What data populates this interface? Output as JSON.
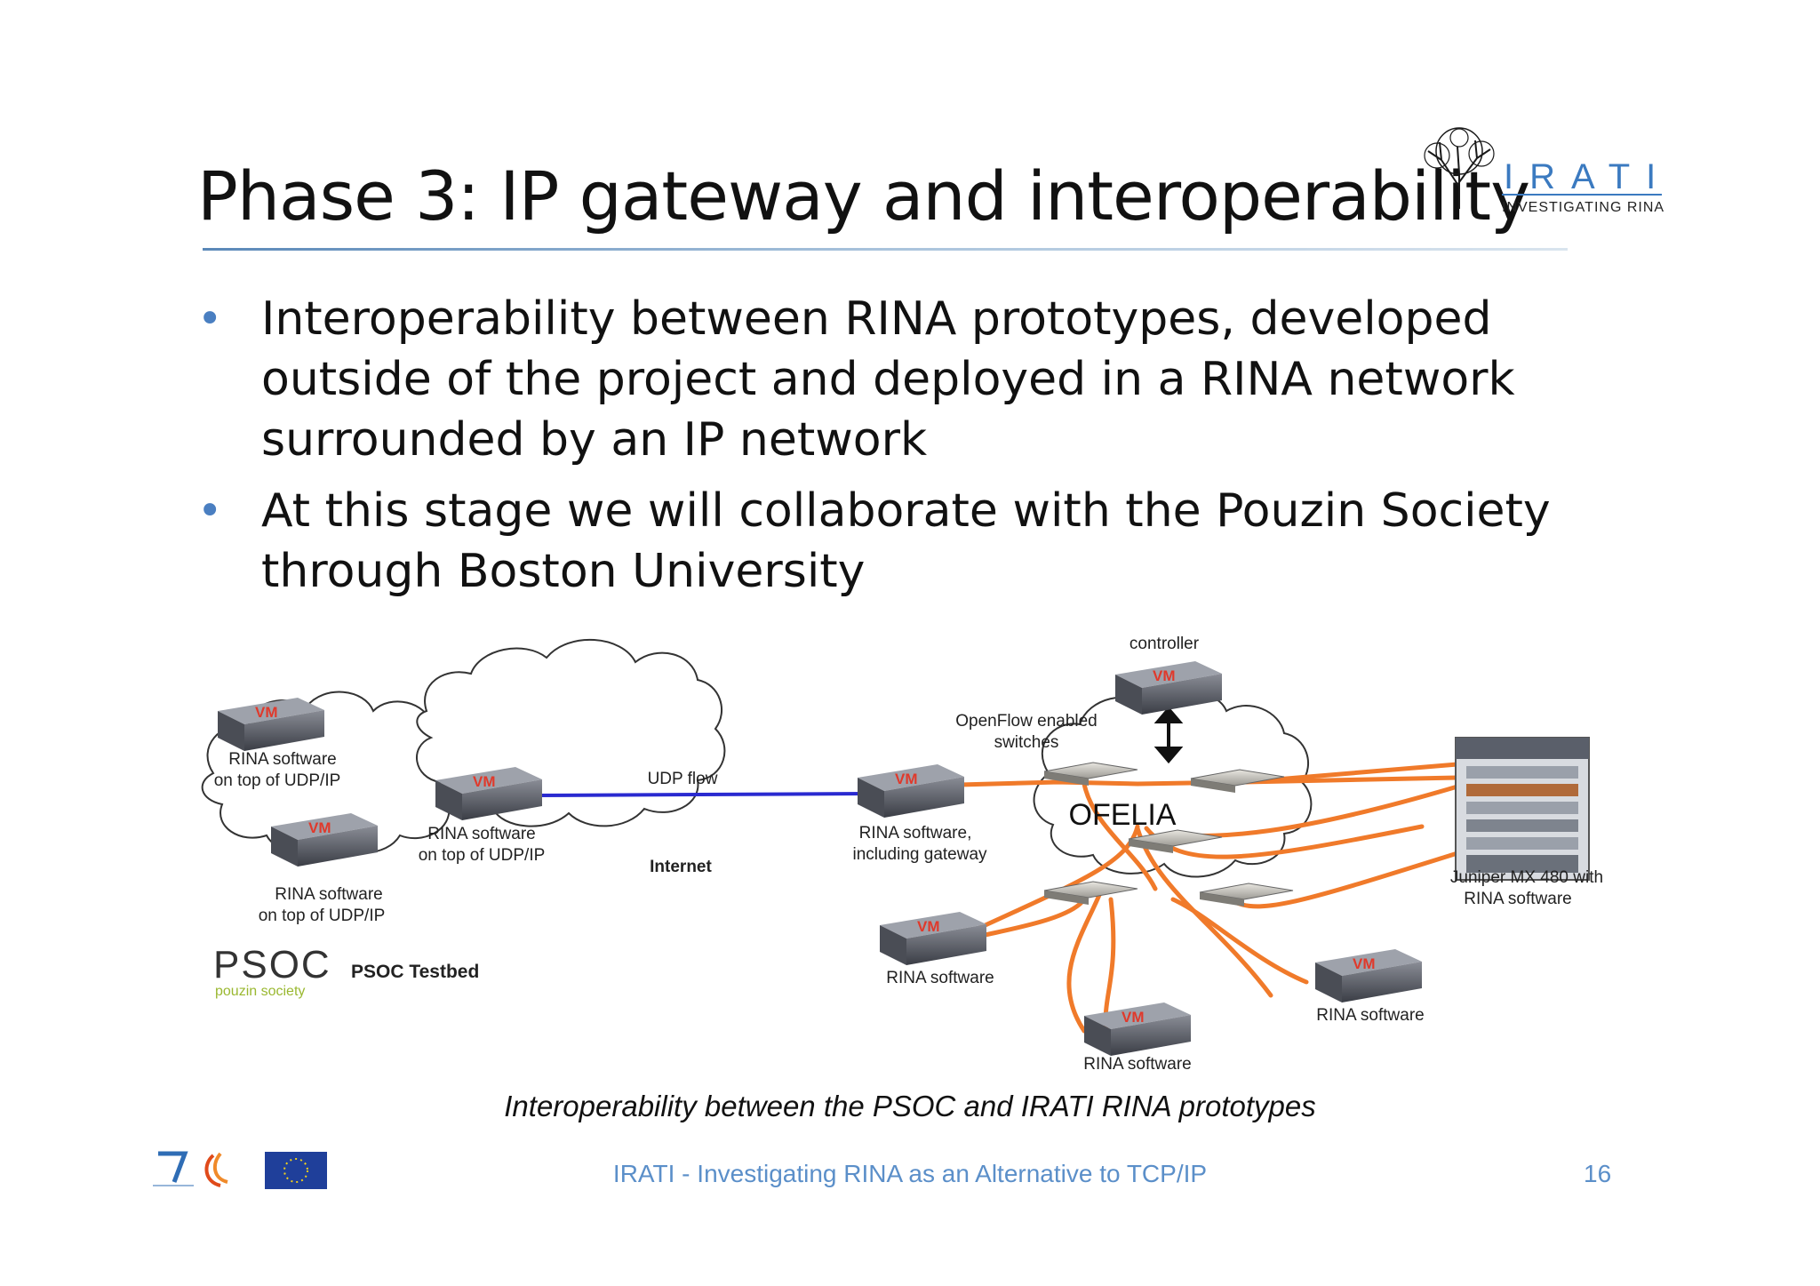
{
  "title": "Phase 3: IP gateway and interoperability",
  "logo": {
    "name": "IRATI",
    "tagline": "INVESTIGATING RINA"
  },
  "bullets": [
    "Interoperability between RINA prototypes, developed outside of the project and deployed in a RINA network surrounded by an IP network",
    "At this stage we will collaborate with the Pouzin Society through Boston University"
  ],
  "diagram": {
    "vm_label": "VM",
    "labels": {
      "psoc_vm1": [
        "RINA software",
        "on top of UDP/IP"
      ],
      "psoc_vm2": [
        "RINA software",
        "on top of UDP/IP"
      ],
      "psoc_vm3": [
        "RINA software",
        "on top of UDP/IP"
      ],
      "udp_flow": "UDP flow",
      "internet": "Internet",
      "gateway": [
        "RINA software,",
        "including gateway"
      ],
      "controller": "controller",
      "openflow": [
        "OpenFlow enabled",
        "switches"
      ],
      "ofelia": "OFELIA",
      "juniper": [
        "Juniper MX 480 with",
        "RINA software"
      ],
      "rina_software": "RINA software",
      "psoc_logo": "PSOC",
      "psoc_sub": "pouzin society",
      "psoc_testbed": "PSOC Testbed"
    }
  },
  "caption": "Interoperability between the PSOC and IRATI RINA prototypes",
  "footer": "IRATI - Investigating RINA  as an Alternative to TCP/IP",
  "page_number": "16",
  "colors": {
    "accent": "#5b8fc9",
    "link_orange": "#f07a2a",
    "udp_blue": "#2a2ad0",
    "vm_red": "#d8382a"
  }
}
